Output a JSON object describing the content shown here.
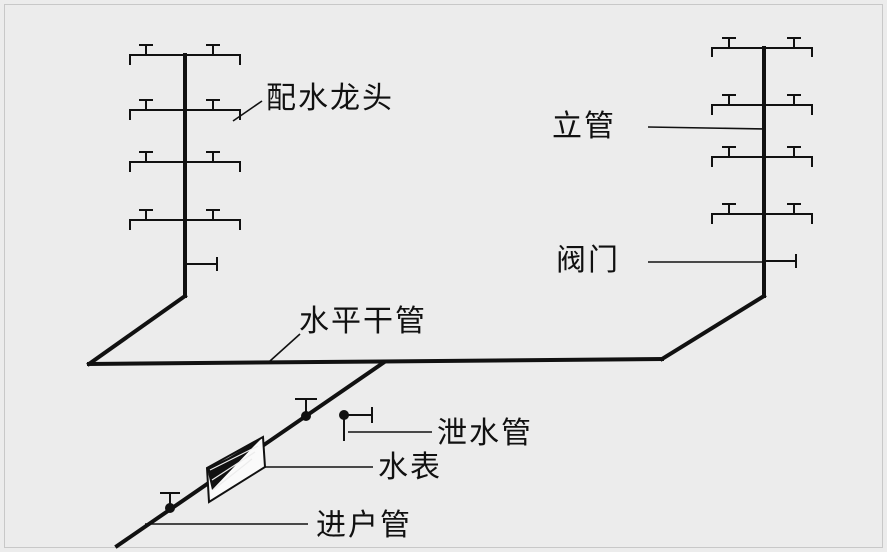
{
  "labels": {
    "faucet": "配水龙头",
    "riser": "立管",
    "valve": "阀门",
    "horizontal_main": "水平干管",
    "drain_pipe": "泄水管",
    "water_meter": "水表",
    "inlet_pipe": "进户管"
  },
  "colors": {
    "background": "#ececec",
    "line": "#111111"
  }
}
